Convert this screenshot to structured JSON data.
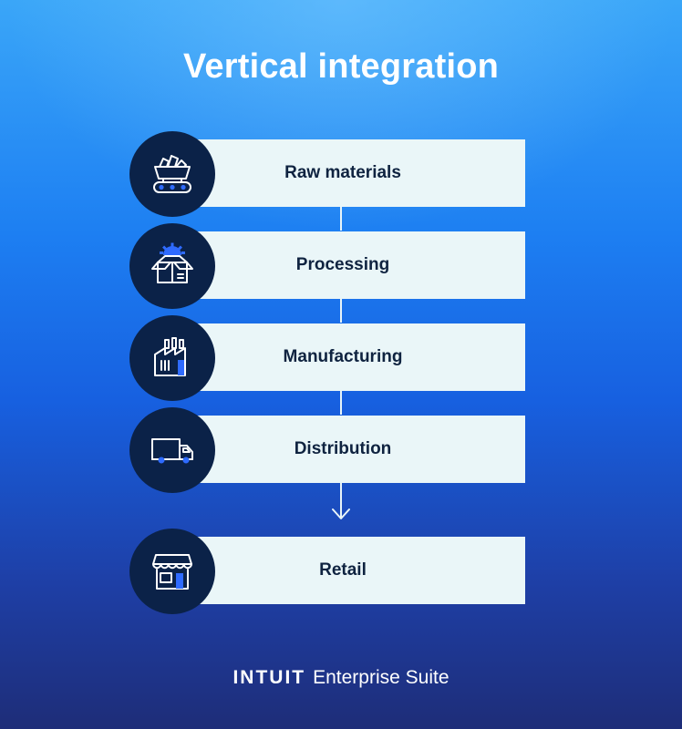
{
  "title": "Vertical integration",
  "steps": [
    {
      "label": "Raw materials",
      "icon": "conveyor-cart-icon"
    },
    {
      "label": "Processing",
      "icon": "box-gear-icon"
    },
    {
      "label": "Manufacturing",
      "icon": "factory-icon"
    },
    {
      "label": "Distribution",
      "icon": "truck-icon"
    },
    {
      "label": "Retail",
      "icon": "storefront-icon"
    }
  ],
  "footer": {
    "brand": "INTUIT",
    "product": "Enterprise Suite"
  },
  "colors": {
    "background_top": "#3aa6f8",
    "background_bottom": "#1e2d78",
    "step_bar": "#eaf6f8",
    "icon_circle": "#0b2248",
    "icon_accent": "#2f6bff",
    "text_dark": "#0f2340"
  }
}
